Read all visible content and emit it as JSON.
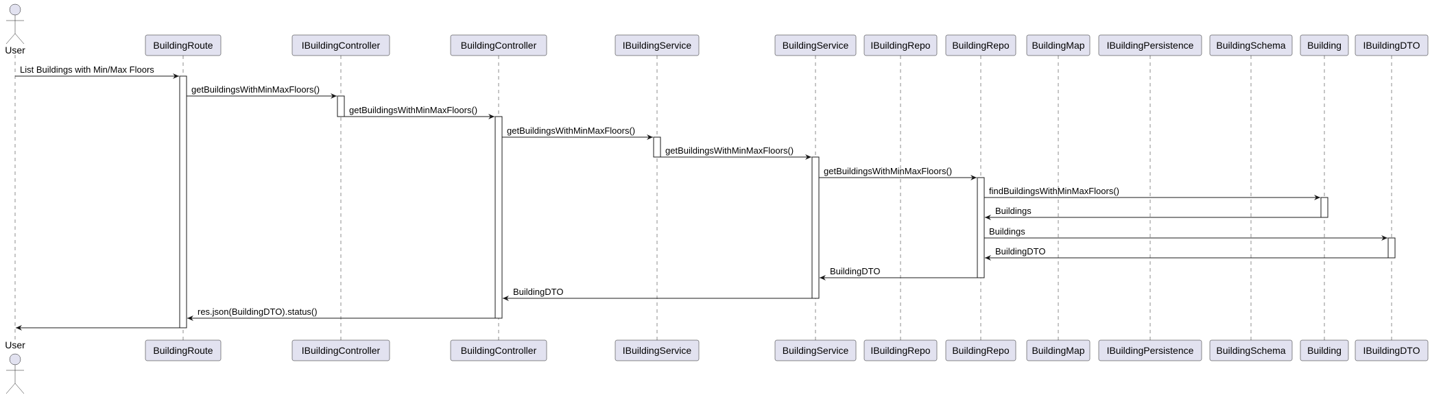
{
  "diagram": {
    "type": "sequence",
    "colors": {
      "participant_fill": "#E2E2F0",
      "line": "#181818",
      "activation_fill": "#FFFFFF",
      "background": "#FFFFFF"
    },
    "actor": {
      "label": "User",
      "icon": "stick-figure-icon"
    },
    "participants": [
      "BuildingRoute",
      "IBuildingController",
      "BuildingController",
      "IBuildingService",
      "BuildingService",
      "IBuildingRepo",
      "BuildingRepo",
      "BuildingMap",
      "IBuildingPersistence",
      "BuildingSchema",
      "Building",
      "IBuildingDTO"
    ],
    "messages": [
      {
        "from": "User",
        "to": "BuildingRoute",
        "label": "List Buildings with Min/Max Floors"
      },
      {
        "from": "BuildingRoute",
        "to": "IBuildingController",
        "label": "getBuildingsWithMinMaxFloors()"
      },
      {
        "from": "IBuildingController",
        "to": "BuildingController",
        "label": "getBuildingsWithMinMaxFloors()"
      },
      {
        "from": "BuildingController",
        "to": "IBuildingService",
        "label": "getBuildingsWithMinMaxFloors()"
      },
      {
        "from": "IBuildingService",
        "to": "BuildingService",
        "label": "getBuildingsWithMinMaxFloors()"
      },
      {
        "from": "BuildingService",
        "to": "BuildingRepo",
        "label": "getBuildingsWithMinMaxFloors()"
      },
      {
        "from": "BuildingRepo",
        "to": "Building",
        "label": "findBuildingsWithMinMaxFloors()"
      },
      {
        "from": "Building",
        "to": "BuildingRepo",
        "label": "Buildings"
      },
      {
        "from": "BuildingRepo",
        "to": "IBuildingDTO",
        "label": "Buildings"
      },
      {
        "from": "IBuildingDTO",
        "to": "BuildingRepo",
        "label": "BuildingDTO"
      },
      {
        "from": "BuildingRepo",
        "to": "BuildingService",
        "label": "BuildingDTO"
      },
      {
        "from": "BuildingService",
        "to": "BuildingController",
        "label": "BuildingDTO"
      },
      {
        "from": "BuildingController",
        "to": "BuildingRoute",
        "label": "res.json(BuildingDTO).status()"
      },
      {
        "from": "BuildingRoute",
        "to": "User",
        "label": ""
      }
    ]
  }
}
